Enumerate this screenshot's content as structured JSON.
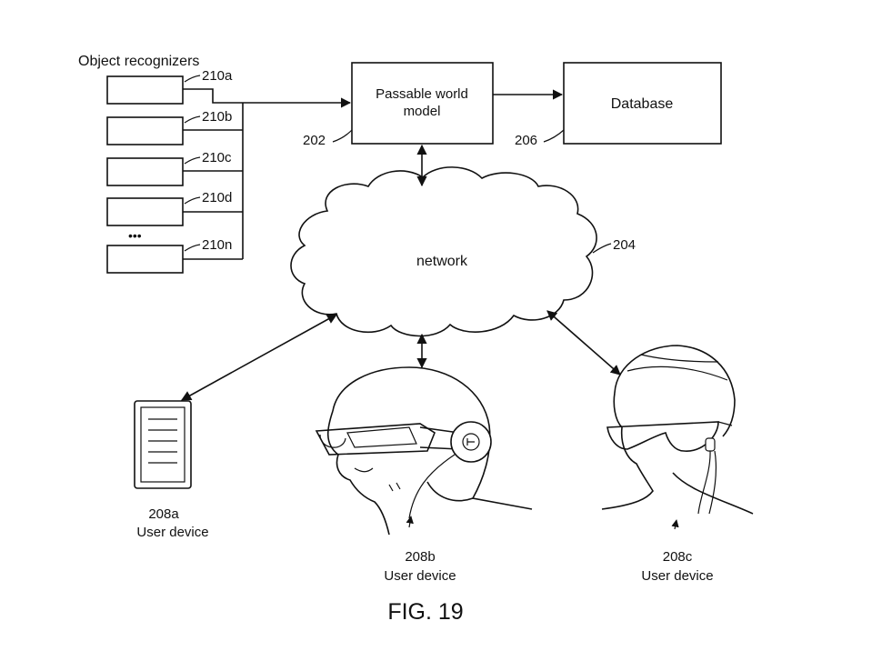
{
  "recognizers": {
    "title": "Object recognizers",
    "ellipsis": "•••",
    "items": [
      {
        "ref": "210a"
      },
      {
        "ref": "210b"
      },
      {
        "ref": "210c"
      },
      {
        "ref": "210d"
      },
      {
        "ref": "210n"
      }
    ]
  },
  "model": {
    "label_line1": "Passable world",
    "label_line2": "model",
    "ref": "202"
  },
  "database": {
    "label": "Database",
    "ref": "206"
  },
  "network": {
    "label": "network",
    "ref": "204"
  },
  "devices": [
    {
      "ref": "208a",
      "label": "User device"
    },
    {
      "ref": "208b",
      "label": "User device"
    },
    {
      "ref": "208c",
      "label": "User device"
    }
  ],
  "figure_label": "FIG. 19"
}
